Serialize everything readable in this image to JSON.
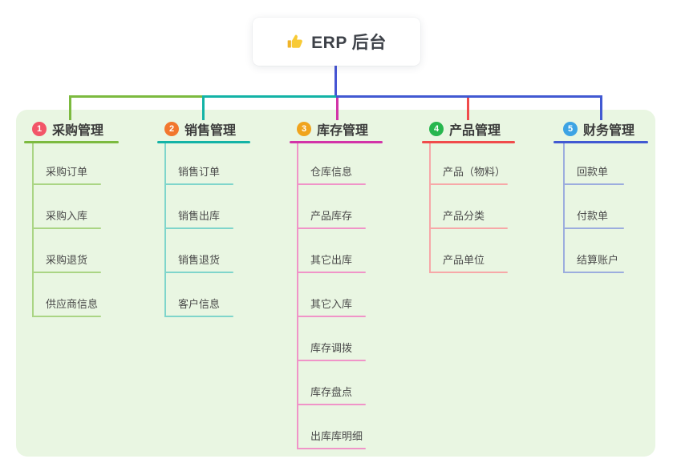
{
  "root": {
    "title": "ERP 后台",
    "icon": "thumbs-up-icon"
  },
  "colors": {
    "page_bg": "#ffffff",
    "panel_bg": "#e9f6e2",
    "node_bg": "#ffffff",
    "trunk": "#4655d4",
    "title_text": "#3d4148",
    "heading_text": "#3b3b3b",
    "item_text": "#4a4a4a",
    "thumb_yellow": "#f8c a35"
  },
  "branches": [
    {
      "badge": "1",
      "badge_color": "#f25568",
      "color": "#7cba3f",
      "light_color": "#aad584",
      "label": "采购管理",
      "items": [
        "采购订单",
        "采购入库",
        "采购退货",
        "供应商信息"
      ]
    },
    {
      "badge": "2",
      "badge_color": "#f2772e",
      "color": "#13b3a6",
      "light_color": "#7fd5cb",
      "label": "销售管理",
      "items": [
        "销售订单",
        "销售出库",
        "销售退货",
        "客户信息"
      ]
    },
    {
      "badge": "3",
      "badge_color": "#f0a41d",
      "color": "#d234a8",
      "light_color": "#f094c8",
      "label": "库存管理",
      "items": [
        "仓库信息",
        "产品库存",
        "其它出库",
        "其它入库",
        "库存调拨",
        "库存盘点",
        "出库库明细"
      ]
    },
    {
      "badge": "4",
      "badge_color": "#27b64e",
      "color": "#f04b4b",
      "light_color": "#f7a8a8",
      "label": "产品管理",
      "items": [
        "产品（物料）",
        "产品分类",
        "产品单位"
      ]
    },
    {
      "badge": "5",
      "badge_color": "#3da3e4",
      "color": "#4159d2",
      "light_color": "#9cadde",
      "label": "财务管理",
      "items": [
        "回款单",
        "付款单",
        "结算账户"
      ]
    }
  ]
}
